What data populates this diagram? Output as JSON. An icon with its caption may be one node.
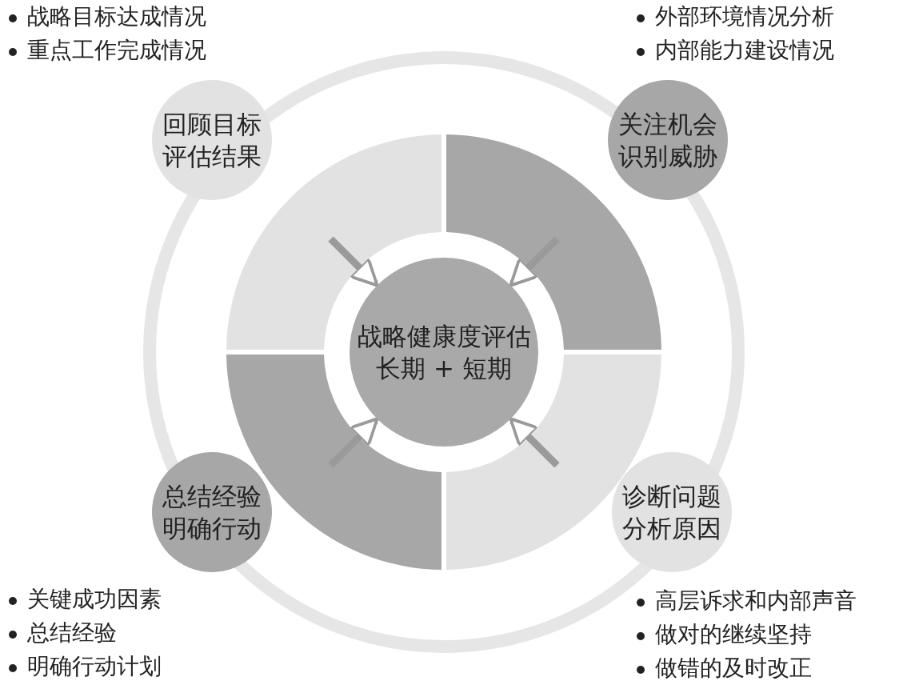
{
  "diagram": {
    "nodes": [
      {
        "text": [
          "回顾目标评估结果"
        ],
        "beside": [
          "战略目标达成情况",
          "重点工作完成情况"
        ]
      },
      {
        "text": [
          "关注机会识别威胁"
        ],
        "beside": [
          "外部环境情况分析",
          "内部能力建设情况"
        ]
      },
      {
        "text": [
          "战略健康度评估",
          "长期 + 短期"
        ]
      },
      {
        "text": [
          "总结经验明确行动"
        ],
        "beside": [
          "关键成功因素",
          "总结经验",
          "明确行动计划"
        ]
      },
      {
        "text": [
          "诊断问题分析原因"
        ],
        "beside": [
          "高层诉求和内部声音",
          "做对的继续坚持",
          "做错的及时改正"
        ]
      },
      {
        "text": [],
        "shape": "band"
      },
      {
        "text": [],
        "shape": "band"
      },
      {
        "text": [],
        "shape": "band"
      },
      {
        "text": [],
        "shape": "band"
      }
    ],
    "edges": [
      {
        "from": 5,
        "to": 2,
        "arrow": "to"
      },
      {
        "from": 6,
        "to": 2,
        "arrow": "to"
      },
      {
        "from": 7,
        "to": 2,
        "arrow": "to"
      },
      {
        "from": 8,
        "to": 2,
        "arrow": "to"
      }
    ]
  }
}
